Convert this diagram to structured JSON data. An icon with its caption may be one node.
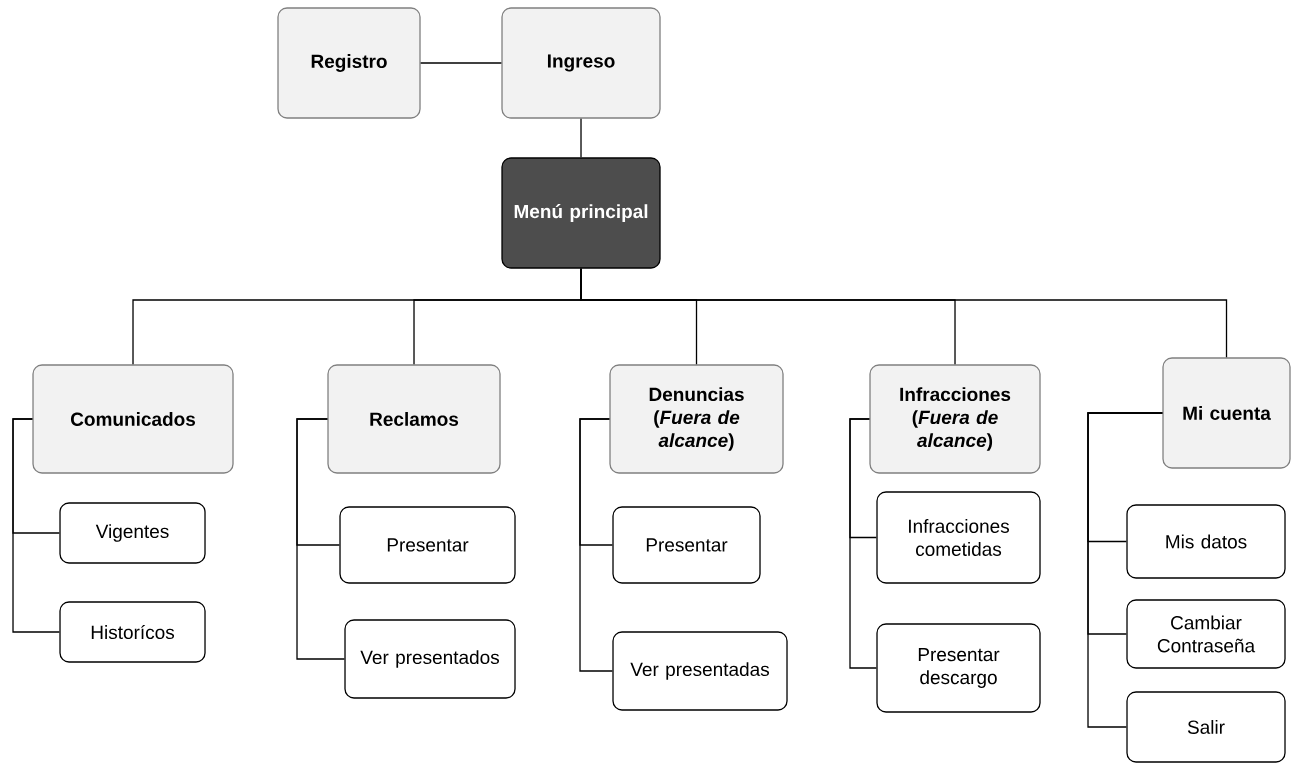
{
  "diagram": {
    "nodes": [
      {
        "text": [
          "Registro"
        ]
      },
      {
        "text": [
          "Ingreso"
        ]
      },
      {
        "text": [
          "Menú principal"
        ]
      },
      {
        "text": [
          "Comunicados"
        ]
      },
      {
        "text": [
          "Reclamos"
        ]
      },
      {
        "text": [
          "Denuncias (*Fuera de alcance*)"
        ]
      },
      {
        "text": [
          "Infracciones (*Fuera de alcance*)"
        ]
      },
      {
        "text": [
          "Mi cuenta"
        ]
      },
      {
        "text": [
          "Vigentes"
        ]
      },
      {
        "text": [
          "Historícos"
        ]
      },
      {
        "text": [
          "Presentar"
        ]
      },
      {
        "text": [
          "Ver presentados"
        ]
      },
      {
        "text": [
          "Presentar"
        ]
      },
      {
        "text": [
          "Ver presentadas"
        ]
      },
      {
        "text": [
          "Infracciones cometidas"
        ]
      },
      {
        "text": [
          "Presentar descargo"
        ]
      },
      {
        "text": [
          "Mis datos"
        ]
      },
      {
        "text": [
          "Cambiar Contraseña"
        ]
      },
      {
        "text": [
          "Salir"
        ]
      }
    ],
    "edges": [
      {
        "from": 0,
        "to": 1,
        "arrow": "none"
      },
      {
        "from": 1,
        "to": 2,
        "arrow": "none"
      },
      {
        "from": 2,
        "to": 3,
        "arrow": "none"
      },
      {
        "from": 2,
        "to": 4,
        "arrow": "none"
      },
      {
        "from": 2,
        "to": 5,
        "arrow": "none"
      },
      {
        "from": 2,
        "to": 6,
        "arrow": "none"
      },
      {
        "from": 2,
        "to": 7,
        "arrow": "none"
      },
      {
        "from": 3,
        "to": 8,
        "arrow": "none"
      },
      {
        "from": 3,
        "to": 9,
        "arrow": "none"
      },
      {
        "from": 4,
        "to": 10,
        "arrow": "none"
      },
      {
        "from": 4,
        "to": 11,
        "arrow": "none"
      },
      {
        "from": 5,
        "to": 12,
        "arrow": "none"
      },
      {
        "from": 5,
        "to": 13,
        "arrow": "none"
      },
      {
        "from": 6,
        "to": 14,
        "arrow": "none"
      },
      {
        "from": 6,
        "to": 15,
        "arrow": "none"
      },
      {
        "from": 7,
        "to": 16,
        "arrow": "none"
      },
      {
        "from": 7,
        "to": 17,
        "arrow": "none"
      },
      {
        "from": 7,
        "to": 18,
        "arrow": "none"
      }
    ]
  }
}
